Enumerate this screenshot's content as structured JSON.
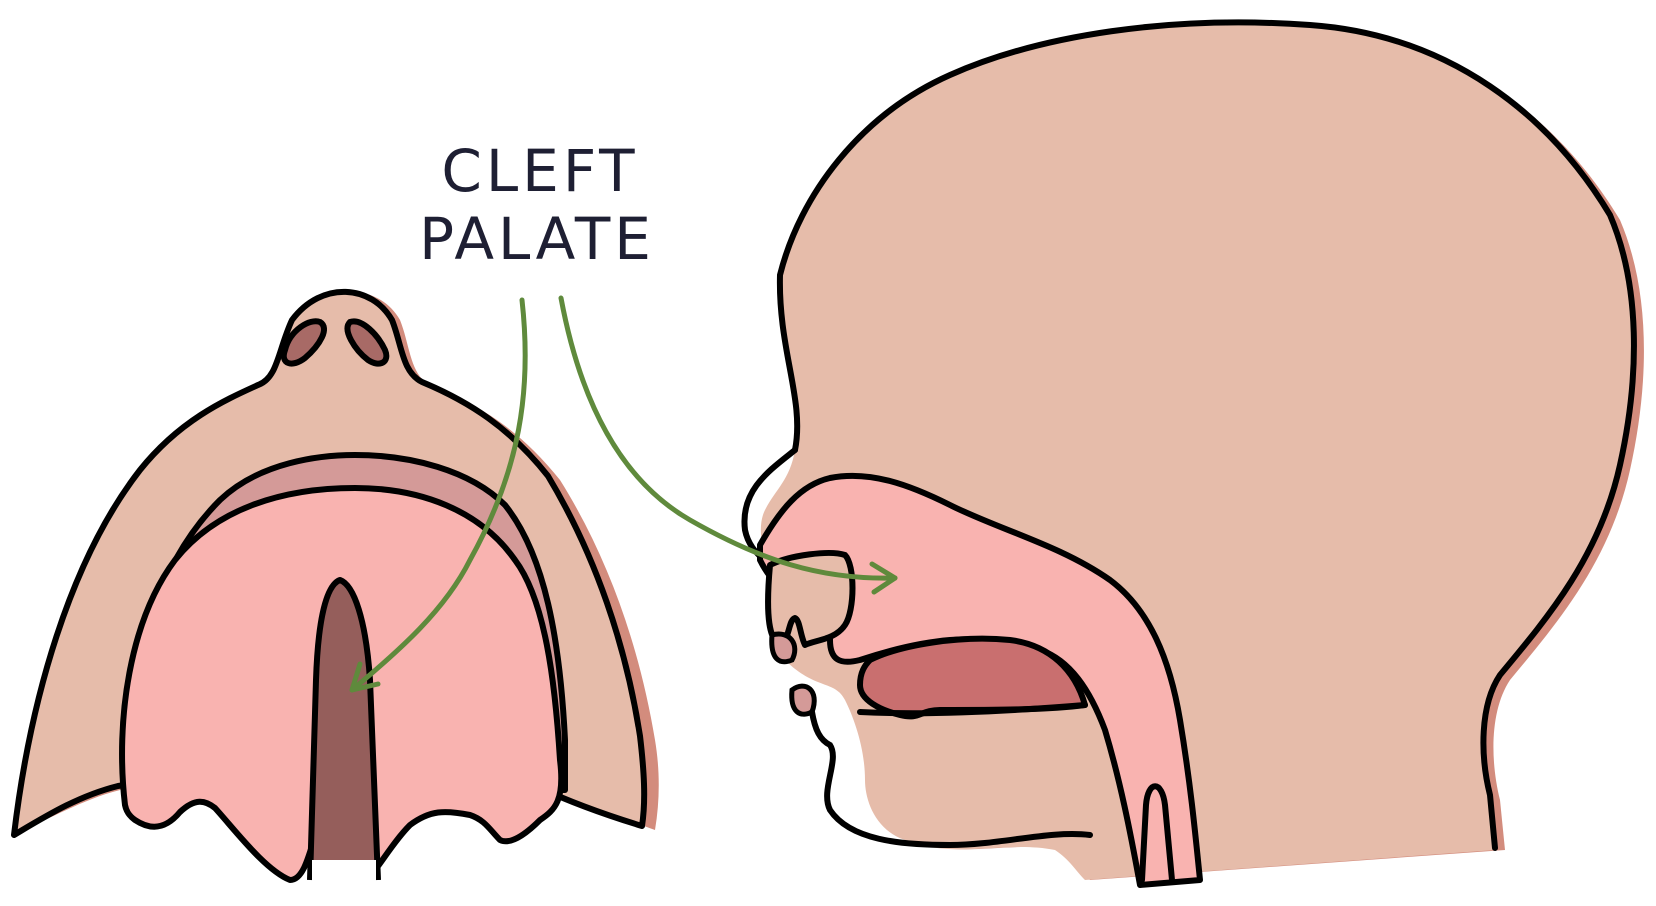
{
  "diagram": {
    "label": {
      "line1": "CLEFT",
      "line2": "PALATE"
    },
    "figures": [
      {
        "name": "inferior-view-of-palate",
        "description": "view from below showing nose, upper jaw and cleft in roof of mouth"
      },
      {
        "name": "sagittal-head-section",
        "description": "side cross-section of head showing nasal cavity, palate, tongue and throat"
      }
    ],
    "colors": {
      "skin": "#e6bcaa",
      "skin_shadow": "#d38c7d",
      "mouth_pink": "#f9b3b0",
      "gum_shadow": "#d49a98",
      "cleft_dark": "#955e5b",
      "nostril": "#a86a66",
      "tongue": "#c96f6f",
      "outline": "#000000",
      "arrow": "#5f8a3c",
      "text": "#1e1f33"
    }
  }
}
